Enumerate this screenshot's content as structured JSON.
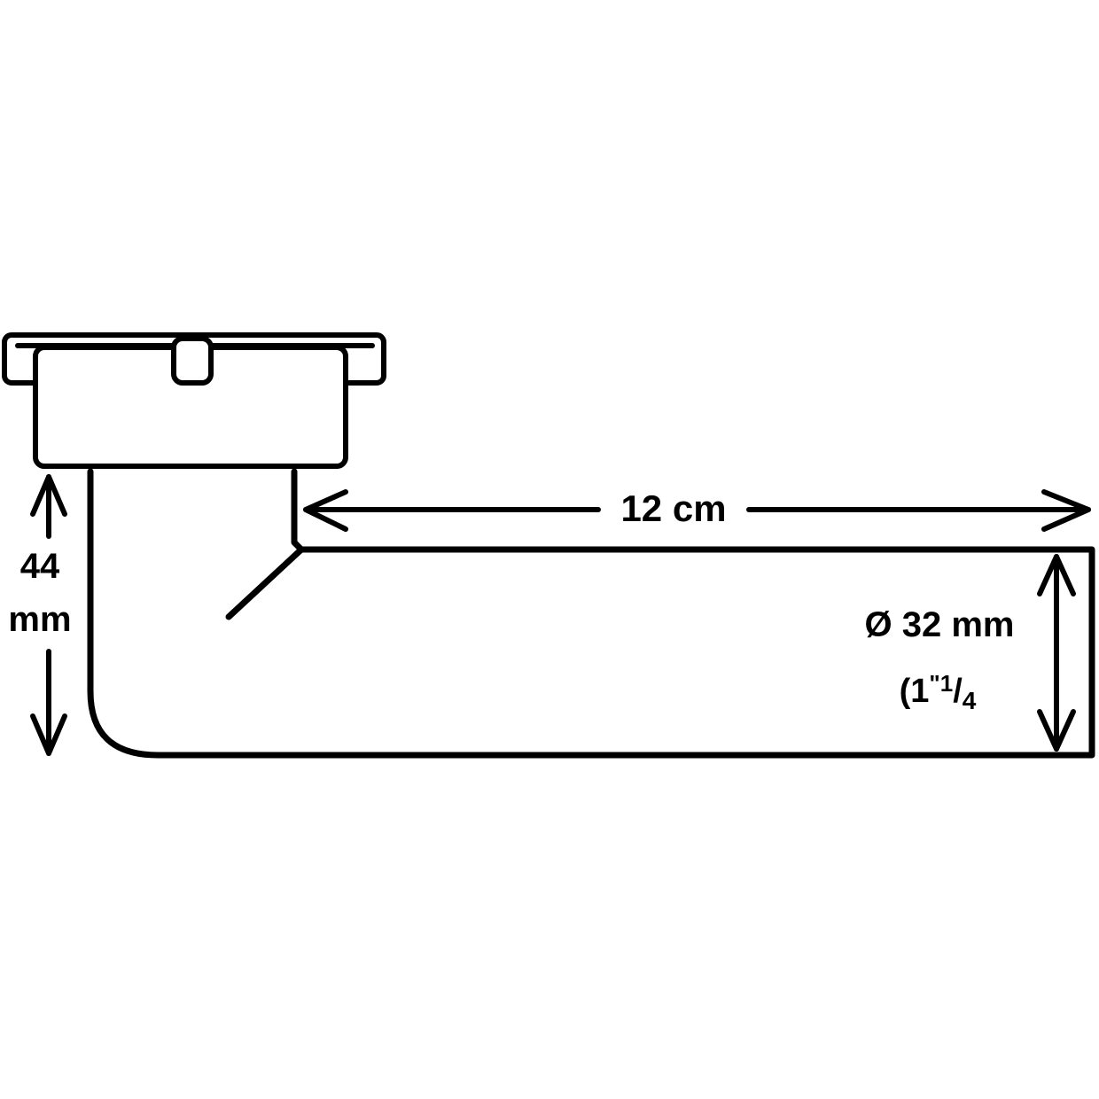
{
  "diagram": {
    "length_label": "12 cm",
    "height_label_value": "44",
    "height_label_unit": "mm",
    "diameter_label": "Ø 32 mm",
    "inch_open": "(1",
    "inch_mark": "\"",
    "inch_num": "1",
    "inch_slash": "/",
    "inch_den": "4",
    "line_color": "#000000",
    "background_color": "#ffffff"
  }
}
